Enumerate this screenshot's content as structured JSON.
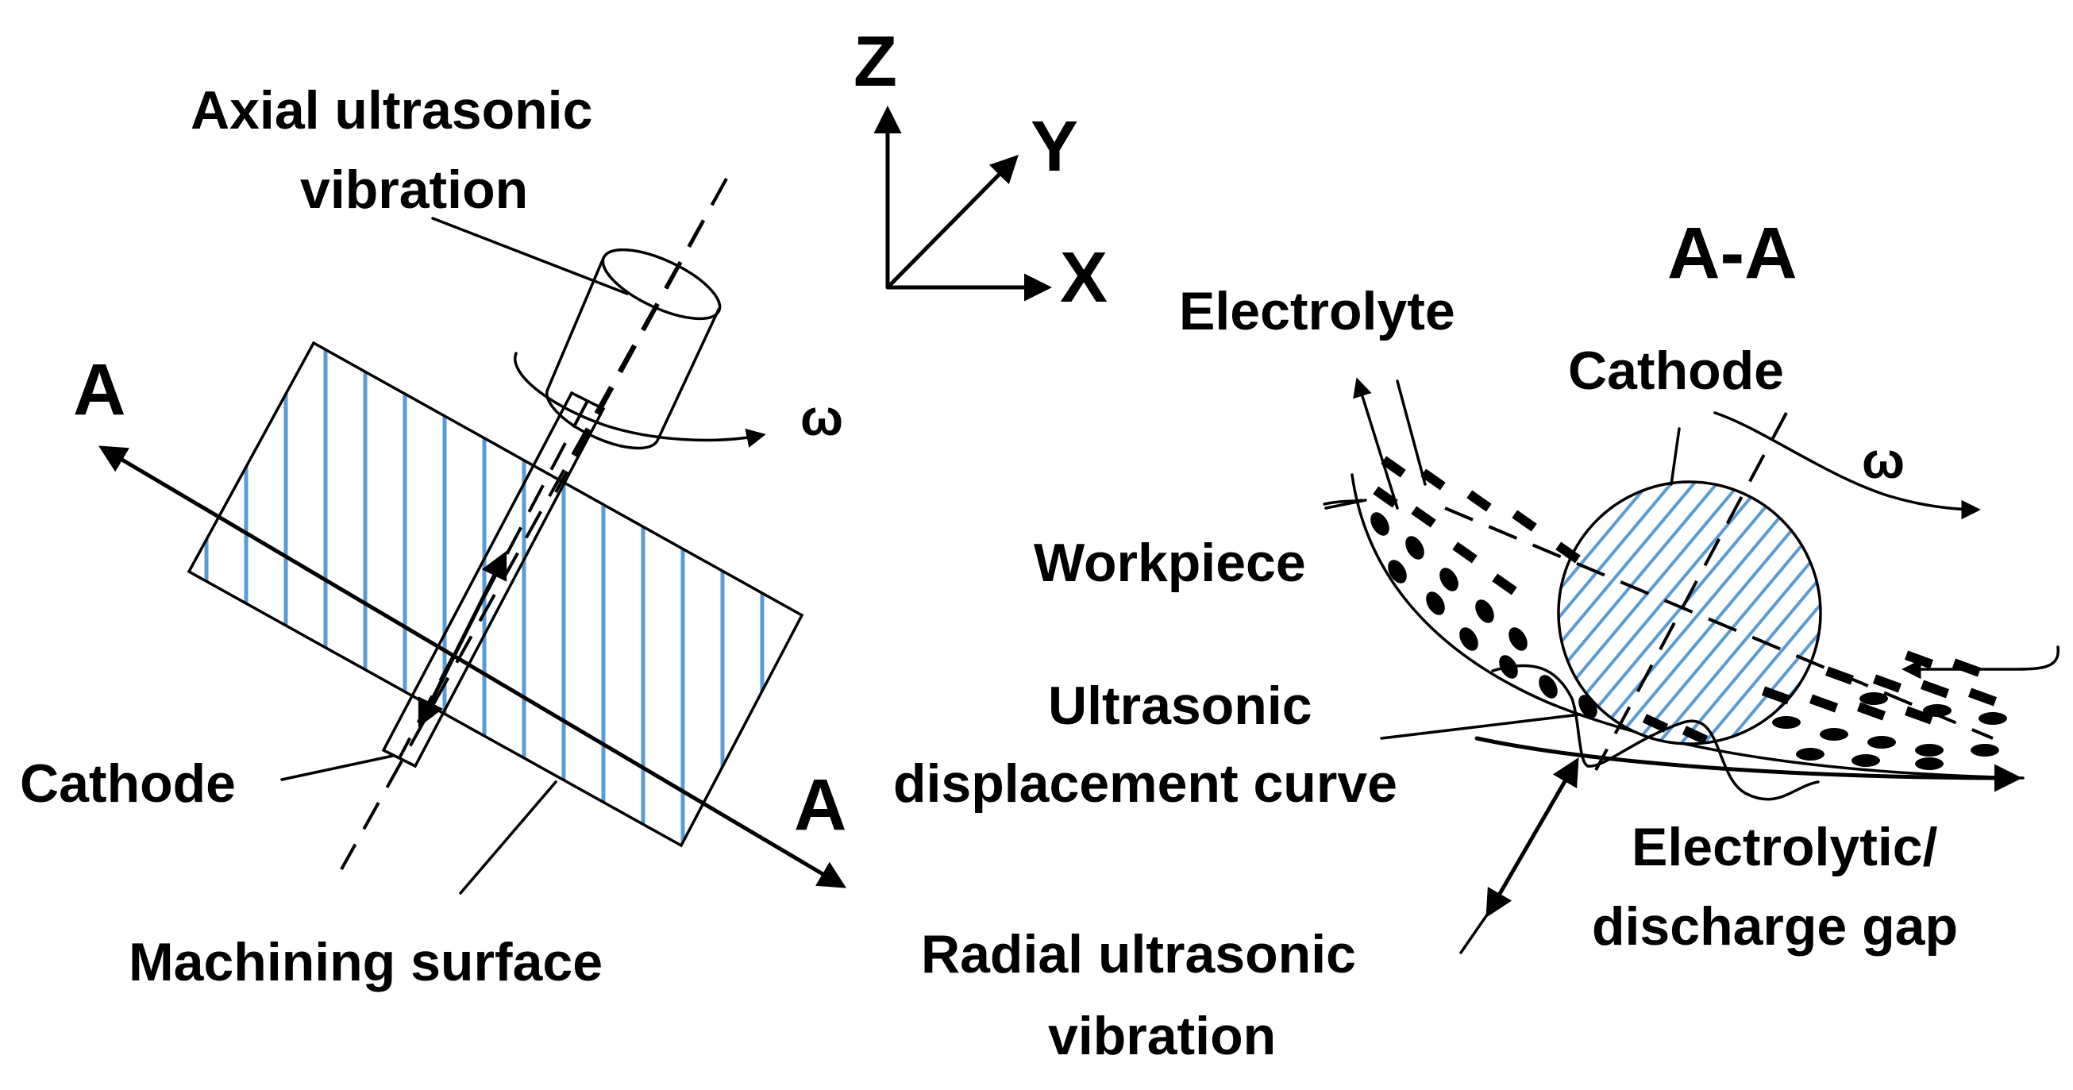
{
  "labels": {
    "axial_vibration_line1": "Axial ultrasonic",
    "axial_vibration_line2": "vibration",
    "axis_z": "Z",
    "axis_y": "Y",
    "axis_x": "X",
    "section_a_left": "A",
    "section_a_right": "A",
    "section_title": "A-A",
    "omega_left": "ω",
    "omega_right": "ω",
    "cathode_left": "Cathode",
    "cathode_right": "Cathode",
    "machining_surface": "Machining surface",
    "electrolyte": "Electrolyte",
    "workpiece": "Workpiece",
    "ultrasonic_curve_line1": "Ultrasonic",
    "ultrasonic_curve_line2": "displacement curve",
    "gap_line1": "Electrolytic/",
    "gap_line2": "discharge gap",
    "radial_vibration_line1": "Radial ultrasonic",
    "radial_vibration_line2": "vibration"
  },
  "colors": {
    "line": "#000000",
    "hatch": "#5b9bd5",
    "background": "#ffffff"
  }
}
